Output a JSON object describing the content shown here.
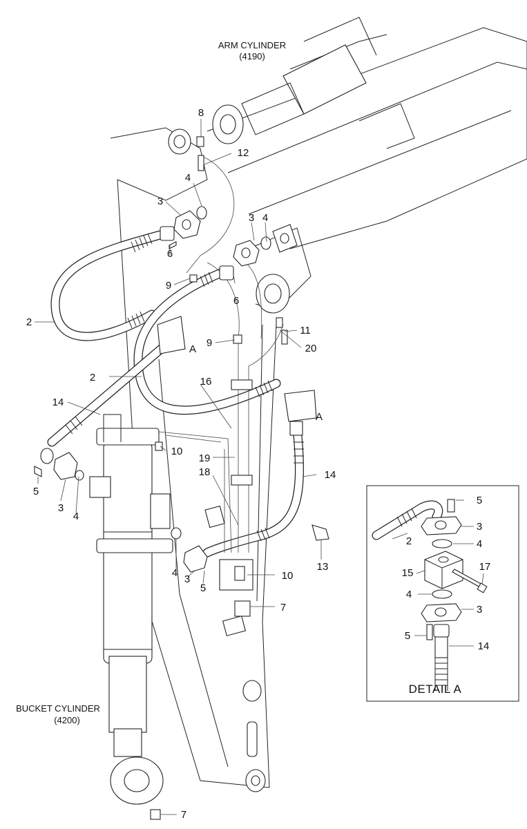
{
  "titles": {
    "arm_cylinder": "ARM CYLINDER",
    "arm_cylinder_code": "(4190)",
    "bucket_cylinder": "BUCKET CYLINDER",
    "bucket_cylinder_code": "(4200)",
    "detail_title": "DETAIL  A"
  },
  "callouts": {
    "c_8": "8",
    "c_12": "12",
    "c_4a": "4",
    "c_3a": "3",
    "c_3b": "3",
    "c_4b": "4",
    "c_6a": "6",
    "c_9a": "9",
    "c_6b": "6",
    "c_2a": "2",
    "c_11": "11",
    "c_9b": "9",
    "c_20": "20",
    "c_A1": "A",
    "c_2b": "2",
    "c_16": "16",
    "c_A2": "A",
    "c_14a": "14",
    "c_10a": "10",
    "c_19": "19",
    "c_14b": "14",
    "c_5a": "5",
    "c_3c": "3",
    "c_4c": "4",
    "c_18": "18",
    "c_13": "13",
    "c_4d": "4",
    "c_3d": "3",
    "c_5b": "5",
    "c_10b": "10",
    "c_7a": "7",
    "c_7b": "7"
  },
  "detail_callouts": {
    "d_5a": "5",
    "d_2": "2",
    "d_3a": "3",
    "d_4a": "4",
    "d_15": "15",
    "d_17": "17",
    "d_4b": "4",
    "d_3b": "3",
    "d_5b": "5",
    "d_14": "14"
  }
}
